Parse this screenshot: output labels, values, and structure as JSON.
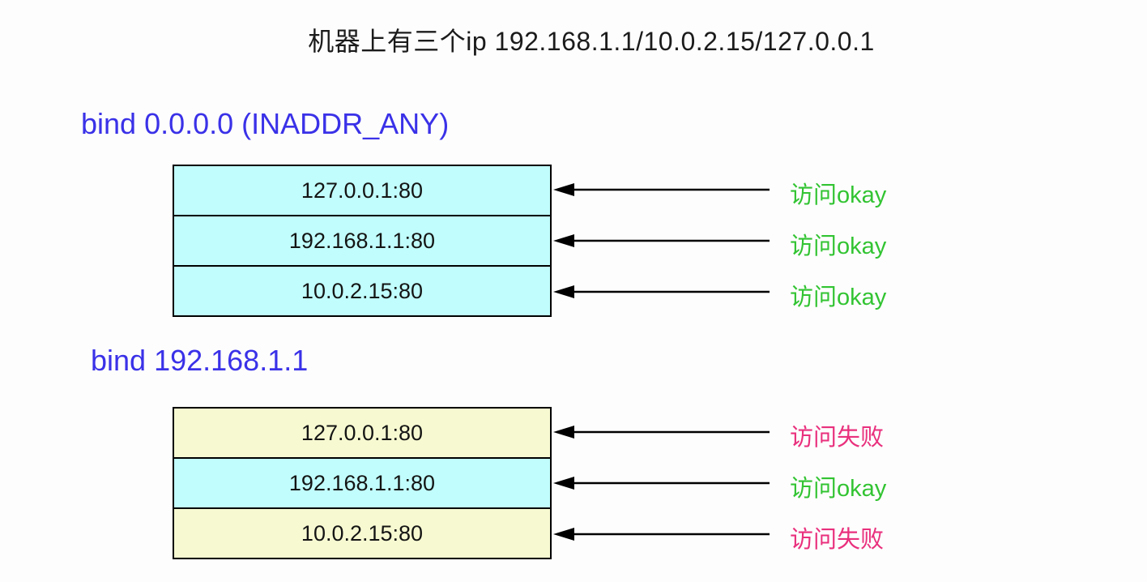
{
  "title": "机器上有三个ip 192.168.1.1/10.0.2.15/127.0.0.1",
  "colors": {
    "background": "#fdfdfd",
    "heading_blue": "#3a31e8",
    "box_cyan": "#c1fdfc",
    "box_yellow": "#f7fad1",
    "okay_green": "#32c432",
    "fail_pink": "#e9307d",
    "box_border": "#000000",
    "arrow": "#000000"
  },
  "sections": [
    {
      "heading": "bind 0.0.0.0 (INADDR_ANY)",
      "rows": [
        {
          "address": "127.0.0.1:80",
          "fill": "cyan",
          "result": "访问okay",
          "status": "okay"
        },
        {
          "address": "192.168.1.1:80",
          "fill": "cyan",
          "result": "访问okay",
          "status": "okay"
        },
        {
          "address": "10.0.2.15:80",
          "fill": "cyan",
          "result": "访问okay",
          "status": "okay"
        }
      ]
    },
    {
      "heading": "bind 192.168.1.1",
      "rows": [
        {
          "address": "127.0.0.1:80",
          "fill": "yellow",
          "result": "访问失败",
          "status": "fail"
        },
        {
          "address": "192.168.1.1:80",
          "fill": "cyan",
          "result": "访问okay",
          "status": "okay"
        },
        {
          "address": "10.0.2.15:80",
          "fill": "yellow",
          "result": "访问失败",
          "status": "fail"
        }
      ]
    }
  ]
}
